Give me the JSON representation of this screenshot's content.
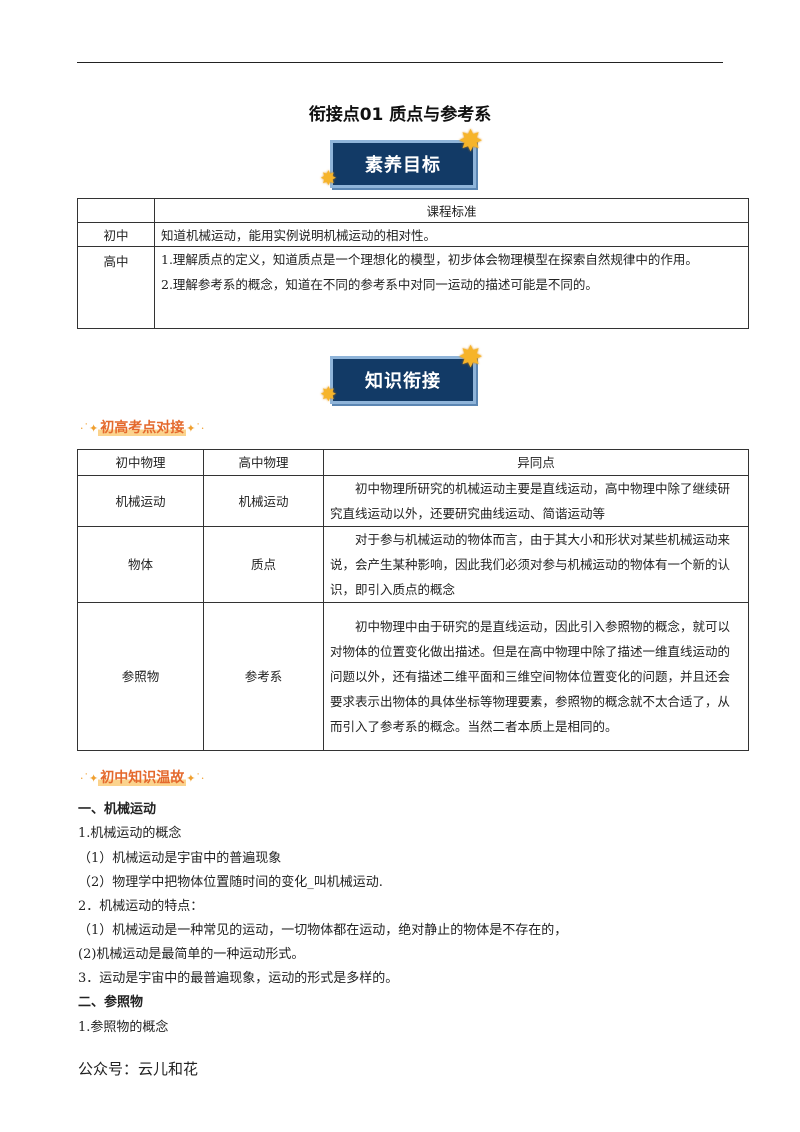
{
  "title": "衔接点01  质点与参考系",
  "banner1": "素养目标",
  "table1": {
    "header": "课程标准",
    "rows": [
      {
        "level": "初中",
        "lines": [
          "知道机械运动，能用实例说明机械运动的相对性。"
        ]
      },
      {
        "level": "高中",
        "lines": [
          "1.理解质点的定义，知道质点是一个理想化的模型，初步体会物理模型在探索自然规律中的作用。",
          "2.理解参考系的概念，知道在不同的参考系中对同一运动的描述可能是不同的。"
        ]
      }
    ]
  },
  "banner2": "知识衔接",
  "section_tag1": "初高考点对接",
  "table2": {
    "headers": [
      "初中物理",
      "高中物理",
      "异同点"
    ],
    "rows": [
      [
        "机械运动",
        "机械运动",
        "初中物理所研究的机械运动主要是直线运动，高中物理中除了继续研究直线运动以外，还要研究曲线运动、简谐运动等"
      ],
      [
        "物体",
        "质点",
        "对于参与机械运动的物体而言，由于其大小和形状对某些机械运动来说，会产生某种影响，因此我们必须对参与机械运动的物体有一个新的认识，即引入质点的概念"
      ],
      [
        "参照物",
        "参考系",
        "初中物理中由于研究的是直线运动，因此引入参照物的概念，就可以对物体的位置变化做出描述。但是在高中物理中除了描述一维直线运动的问题以外，还有描述二维平面和三维空间物体位置变化的问题，并且还会要求表示出物体的具体坐标等物理要素，参照物的概念就不太合适了，从而引入了参考系的概念。当然二者本质上是相同的。"
      ]
    ]
  },
  "section_tag2": "初中知识温故",
  "body": [
    "一、机械运动",
    "1.机械运动的概念",
    "（1）机械运动是宇宙中的普遍现象",
    "（2）物理学中把物体位置随时间的变化_叫机械运动.",
    "2．机械运动的特点：",
    "（1）机械运动是一种常见的运动，一切物体都在运动，绝对静止的物体是不存在的，",
    "(2)机械运动是最简单的一种运动形式。",
    "3．运动是宇宙中的最普遍现象，运动的形式是多样的。",
    "二、参照物",
    "1.参照物的概念"
  ],
  "footer": "公众号：云儿和花"
}
